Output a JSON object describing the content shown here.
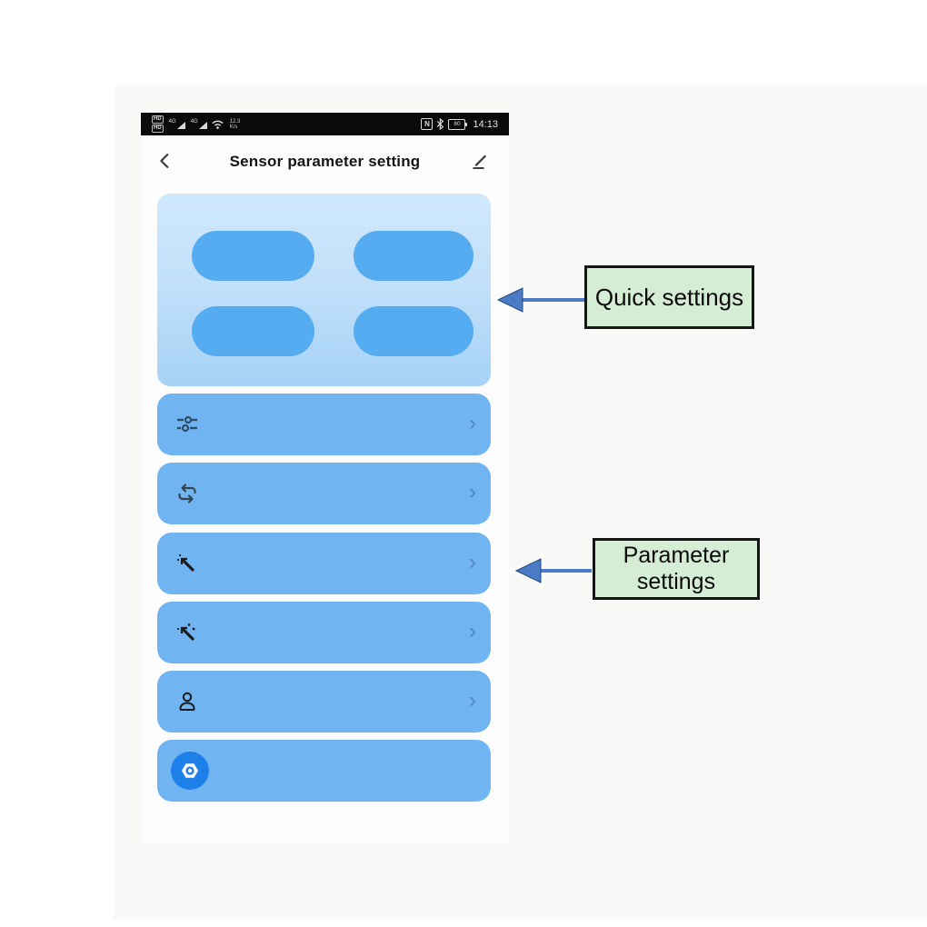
{
  "phone": {
    "status_bar": {
      "sim_badges": [
        "HD",
        "HD"
      ],
      "signal_label": "4G",
      "net_speed_top": "12.3",
      "net_speed_bottom": "K/s",
      "nfc_label": "N",
      "battery_level": "80",
      "time": "14:13"
    },
    "header": {
      "title": "Sensor parameter setting"
    },
    "quick_panel": {
      "pill_count": 4
    },
    "rows": [
      {
        "icon": "sliders-icon",
        "has_chevron": true
      },
      {
        "icon": "repeat-icon",
        "has_chevron": true
      },
      {
        "icon": "diagonal-arrow-icon",
        "has_chevron": true
      },
      {
        "icon": "diagonal-arrow-dots-icon",
        "has_chevron": true
      },
      {
        "icon": "person-icon",
        "has_chevron": true
      },
      {
        "icon": "gear-circle-icon",
        "has_chevron": false
      }
    ],
    "chevron_glyph": "›"
  },
  "callouts": {
    "quick": {
      "label": "Quick settings"
    },
    "param": {
      "label_line1": "Parameter",
      "label_line2": "settings"
    }
  },
  "colors": {
    "row_blue": "#70b4f1",
    "pill_blue": "#56acf0",
    "panel_gradient_top": "#d0e8fc",
    "panel_gradient_bottom": "#a6d2f5",
    "circle_blue": "#1d7fe8",
    "callout_green": "#d5ecd5",
    "callout_border": "#161616",
    "arrow_blue": "#4a7bc4",
    "statusbar_black": "#0a0a0a",
    "dark_icon": "#2e4d66"
  }
}
